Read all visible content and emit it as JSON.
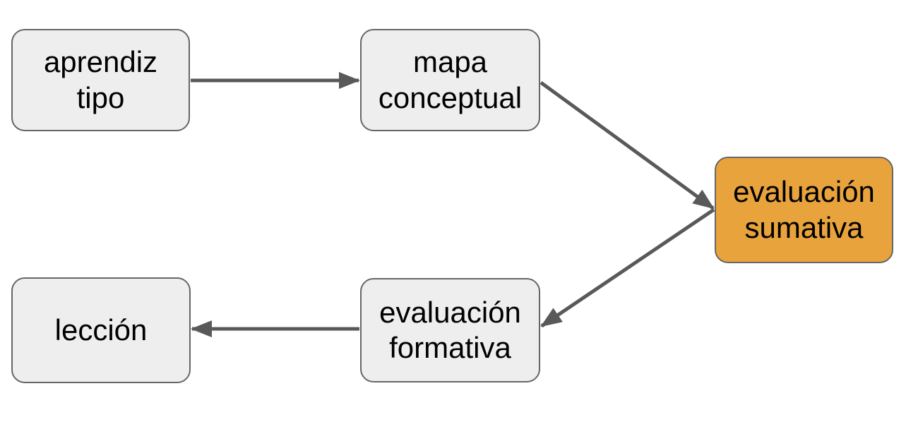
{
  "diagram": {
    "background_color": "#ffffff",
    "node_fill_color": "#eeeeee",
    "node_border_color": "#666666",
    "highlight_fill_color": "#e8a33d",
    "arrow_color": "#595959",
    "text_color": "#000000",
    "nodes": [
      {
        "id": "aprendiz-tipo",
        "label": "aprendiz\ntipo",
        "highlighted": false
      },
      {
        "id": "mapa-conceptual",
        "label": "mapa\nconceptual",
        "highlighted": false
      },
      {
        "id": "evaluacion-sumativa",
        "label": "evaluación\nsumativa",
        "highlighted": true
      },
      {
        "id": "evaluacion-formativa",
        "label": "evaluación\nformativa",
        "highlighted": false
      },
      {
        "id": "leccion",
        "label": "lección",
        "highlighted": false
      }
    ],
    "edges": [
      {
        "from": "aprendiz tipo",
        "to": "mapa conceptual",
        "direction": "right"
      },
      {
        "from": "mapa conceptual",
        "to": "evaluación sumativa",
        "direction": "down-right"
      },
      {
        "from": "evaluación sumativa",
        "to": "evaluación formativa",
        "direction": "down-left"
      },
      {
        "from": "evaluación formativa",
        "to": "lección",
        "direction": "left"
      }
    ]
  }
}
